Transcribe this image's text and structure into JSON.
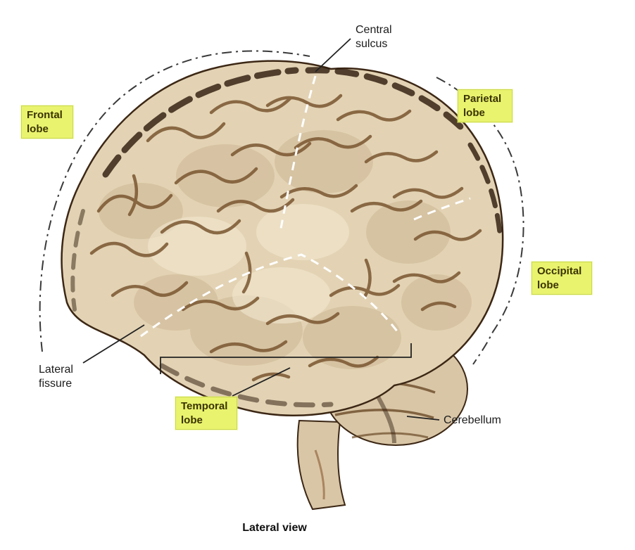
{
  "diagram": {
    "caption": "Lateral view",
    "labels": [
      {
        "id": "central-sulcus",
        "text": "Central sulcus",
        "highlighted": false
      },
      {
        "id": "frontal-lobe",
        "text": "Frontal lobe",
        "highlighted": true
      },
      {
        "id": "parietal-lobe",
        "text": "Parietal lobe",
        "highlighted": true
      },
      {
        "id": "occipital-lobe",
        "text": "Occipital lobe",
        "highlighted": true
      },
      {
        "id": "lateral-fissure",
        "text": "Lateral fissure",
        "highlighted": false
      },
      {
        "id": "temporal-lobe",
        "text": "Temporal lobe",
        "highlighted": true
      },
      {
        "id": "cerebellum",
        "text": "Cerebellum",
        "highlighted": false
      }
    ],
    "colors": {
      "highlight": "#e9f36e",
      "brain_light": "#e3d3b4",
      "brain_mid": "#cdb795",
      "brain_dark": "#7a5631",
      "shadow_dark": "#2c190a",
      "boundary_dash": "#ffffff"
    }
  }
}
